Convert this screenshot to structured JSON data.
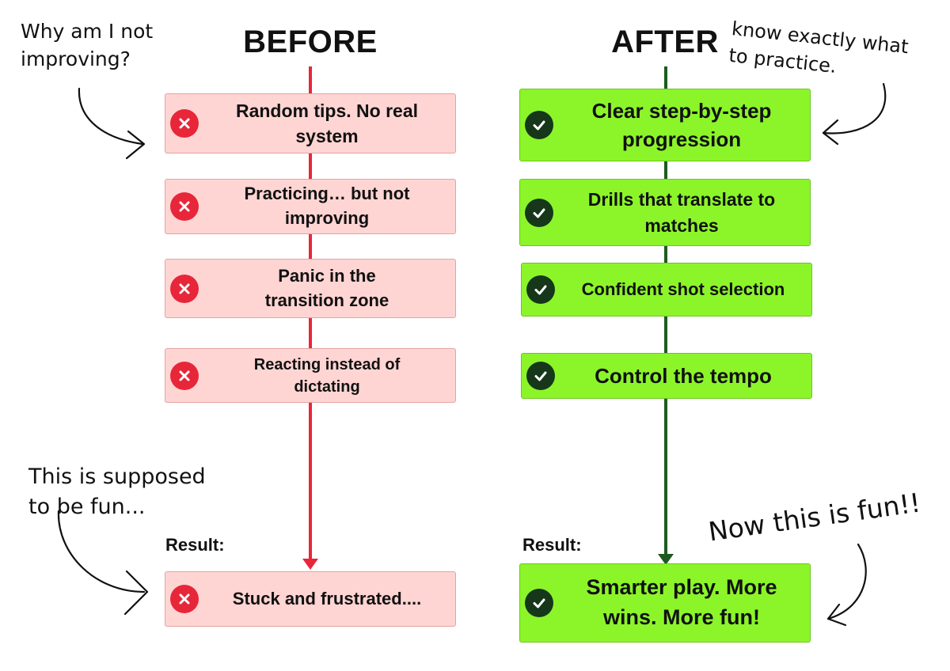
{
  "before": {
    "heading": "BEFORE",
    "items": [
      "Random tips. No real system",
      "Practicing… but not improving",
      "Panic in the transition zone",
      "Reacting instead of dictating"
    ],
    "result_label": "Result:",
    "result": "Stuck and frustrated...."
  },
  "after": {
    "heading": "AFTER",
    "items": [
      "Clear step-by-step progression",
      "Drills that translate to matches",
      "Confident shot selection",
      "Control the tempo"
    ],
    "result_label": "Result:",
    "result": "Smarter play. More wins. More fun!"
  },
  "notes": {
    "top_left": "Why am I not\nimproving?",
    "top_right": "know exactly what\nto practice.",
    "bottom_left": "This is supposed\nto be fun...",
    "bottom_right": "Now this is fun!!"
  },
  "icons": {
    "bad": "x-circle-icon",
    "good": "check-circle-icon"
  },
  "colors": {
    "bad_card": "#ffd5d3",
    "bad_icon": "#e8263a",
    "bad_line": "#e8263a",
    "good_card": "#8cf52a",
    "good_icon": "#16371a",
    "good_line": "#1e5a1f"
  }
}
